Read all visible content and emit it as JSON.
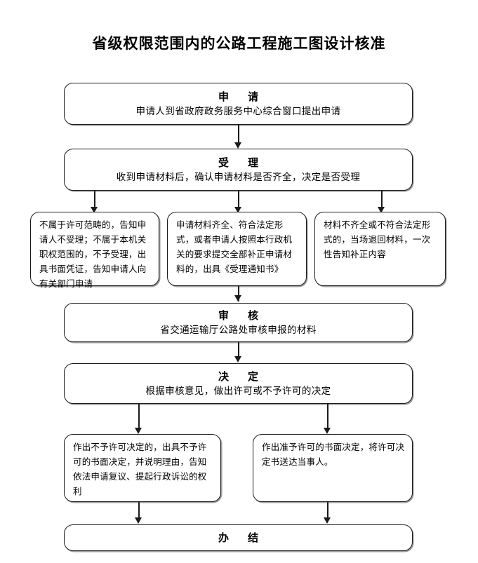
{
  "title": "省级权限范围内的公路工程施工图设计核准",
  "chart_data": {
    "type": "diagram",
    "title": "省级权限范围内的公路工程施工图设计核准",
    "layout": "top-down flowchart, rounded rectangles, vertical arrows",
    "nodes": [
      {
        "id": "apply",
        "heading": "申　请",
        "body": "申请人到省政府政务服务中心综合窗口提出申请"
      },
      {
        "id": "accept",
        "heading": "受　理",
        "body": "收到申请材料后，确认申请材料是否齐全，决定是否受理"
      },
      {
        "id": "branch-left",
        "heading": "",
        "body": "不属于许可范畴的，告知申请人不受理；不属于本机关职权范围的，不予受理，出具书面凭证，告知申请人向有关部门申请"
      },
      {
        "id": "branch-middle",
        "heading": "",
        "body": "申请材料齐全、符合法定形式，或者申请人按照本行政机关的要求提交全部补正申请材料的，出具《受理通知书》"
      },
      {
        "id": "branch-right",
        "heading": "",
        "body": "材料不齐全或不符合法定形式的，当场退回材料，一次性告知补正内容"
      },
      {
        "id": "review",
        "heading": "审　核",
        "body": "省交通运输厅公路处审核申报的材料"
      },
      {
        "id": "decide",
        "heading": "决　定",
        "body": "根据审核意见，做出许可或不予许可的决定"
      },
      {
        "id": "deny",
        "heading": "",
        "body": "作出不予许可决定的，出具不予许可的书面决定，并说明理由，告知依法申请复议、提起行政诉讼的权利"
      },
      {
        "id": "grant",
        "heading": "",
        "body": "作出准予许可的书面决定，将许可决定书送达当事人。"
      },
      {
        "id": "done",
        "heading": "办　结",
        "body": ""
      }
    ],
    "edges": [
      {
        "from": "apply",
        "to": "accept"
      },
      {
        "from": "accept",
        "to": "branch-left"
      },
      {
        "from": "accept",
        "to": "branch-middle"
      },
      {
        "from": "accept",
        "to": "branch-right"
      },
      {
        "from": "branch-middle",
        "to": "review"
      },
      {
        "from": "review",
        "to": "decide"
      },
      {
        "from": "decide",
        "to": "deny"
      },
      {
        "from": "decide",
        "to": "grant"
      },
      {
        "from": "deny",
        "to": "done"
      },
      {
        "from": "grant",
        "to": "done"
      }
    ]
  },
  "nodes": {
    "apply": {
      "heading": "申　请",
      "body": "申请人到省政府政务服务中心综合窗口提出申请"
    },
    "accept": {
      "heading": "受　理",
      "body": "收到申请材料后，确认申请材料是否齐全，决定是否受理"
    },
    "branch_left": {
      "body": "不属于许可范畴的，告知申请人不受理；不属于本机关职权范围的，不予受理，出具书面凭证，告知申请人向有关部门申请"
    },
    "branch_middle": {
      "body": "申请材料齐全、符合法定形式，或者申请人按照本行政机关的要求提交全部补正申请材料的，出具《受理通知书》"
    },
    "branch_right": {
      "body": "材料不齐全或不符合法定形式的，当场退回材料，一次性告知补正内容"
    },
    "review": {
      "heading": "审　核",
      "body": "省交通运输厅公路处审核申报的材料"
    },
    "decide": {
      "heading": "决　定",
      "body": "根据审核意见，做出许可或不予许可的决定"
    },
    "deny": {
      "body": "作出不予许可决定的，出具不予许可的书面决定，并说明理由，告知依法申请复议、提起行政诉讼的权利"
    },
    "grant": {
      "body": "作出准予许可的书面决定，将许可决定书送达当事人。"
    },
    "done": {
      "heading": "办　结"
    }
  },
  "colors": {
    "border": "#1b1b1b",
    "background": "#ffffff",
    "text": "#000000",
    "shadow": "#9a9a9a"
  }
}
